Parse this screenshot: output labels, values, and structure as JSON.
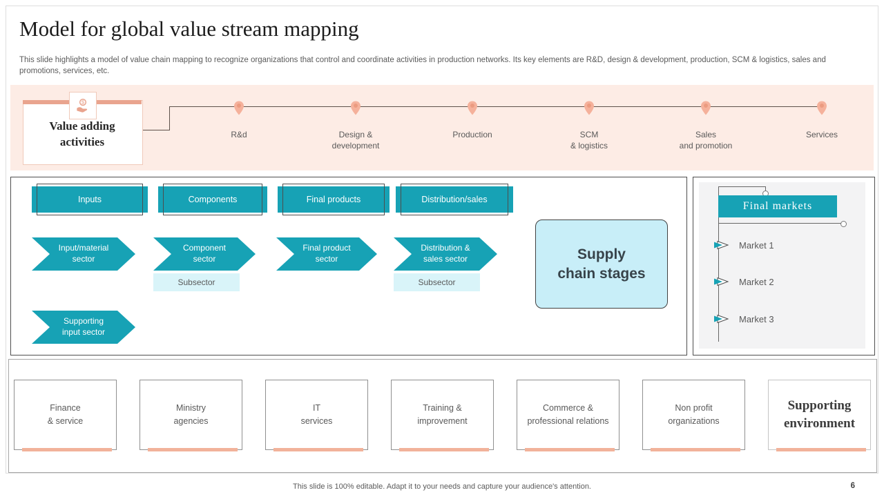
{
  "slide": {
    "title": "Model for global value stream mapping",
    "description": "This slide highlights a model of value chain mapping to recognize organizations that control and coordinate activities in production networks. Its key elements are R&D, design & development, production, SCM & logistics, sales and promotions, services, etc.",
    "footer_note": "This slide is 100% editable.  Adapt it to your needs and capture your audience's attention.",
    "page_number": "6"
  },
  "value_stream": {
    "label": "Value adding\nactivities",
    "icon": "hand-coin-icon",
    "stages": [
      {
        "label": "R&d"
      },
      {
        "label": "Design &\ndevelopment"
      },
      {
        "label": "Production"
      },
      {
        "label": "SCM\n& logistics"
      },
      {
        "label": "Sales\nand promotion"
      },
      {
        "label": "Services"
      }
    ]
  },
  "supply_chain": {
    "headers": [
      {
        "label": "Inputs"
      },
      {
        "label": "Components"
      },
      {
        "label": "Final products"
      },
      {
        "label": "Distribution/sales"
      }
    ],
    "sectors": [
      {
        "label": "Input/material\nsector"
      },
      {
        "label": "Component\nsector"
      },
      {
        "label": "Final product\nsector"
      },
      {
        "label": "Distribution &\nsales sector"
      }
    ],
    "subsector_component": "Subsector",
    "subsector_distribution": "Subsector",
    "supporting_sector": "Supporting\ninput sector",
    "stages_label": "Supply\nchain stages"
  },
  "final_markets": {
    "title": "Final  markets",
    "markets": [
      {
        "label": "Market 1"
      },
      {
        "label": "Market 2"
      },
      {
        "label": "Market 3"
      }
    ]
  },
  "supporting_environment": {
    "title": "Supporting\nenvironment",
    "items": [
      {
        "label": "Finance\n& service"
      },
      {
        "label": "Ministry\nagencies"
      },
      {
        "label": "IT\nservices"
      },
      {
        "label": "Training &\nimprovement"
      },
      {
        "label": "Commerce &\nprofessional relations"
      },
      {
        "label": "Non profit\norganizations"
      }
    ]
  },
  "colors": {
    "teal": "#17a2b5",
    "light_cyan": "#d9f4f9",
    "sky_blue": "#c8eef8",
    "salmon": "#e9a48e",
    "salmon_light": "#f2b29a",
    "pink_band": "#fdece5",
    "text_gray": "#595959"
  }
}
